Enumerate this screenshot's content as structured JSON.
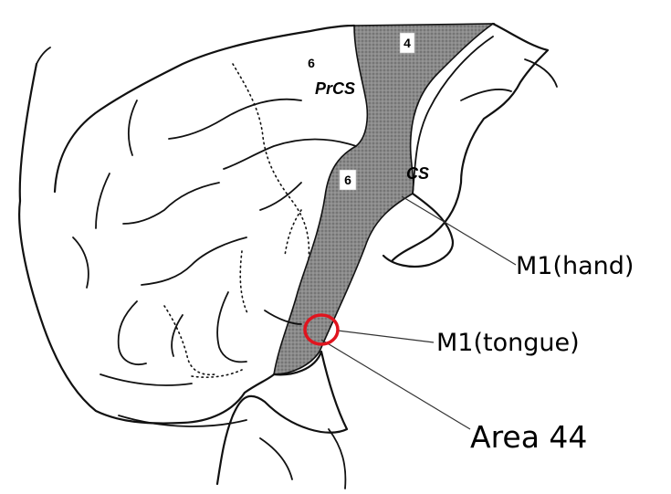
{
  "labels": {
    "area6_top": "6",
    "area4": "4",
    "area6_box": "6",
    "precentral_sulcus": "PrCS",
    "central_sulcus": "CS",
    "m1_hand": "M1(hand)",
    "m1_tongue": "M1(tongue)",
    "area44": "Area 44"
  },
  "colors": {
    "shading": "#8a8a8a",
    "highlight_circle": "#e0141e",
    "line": "#111111"
  }
}
